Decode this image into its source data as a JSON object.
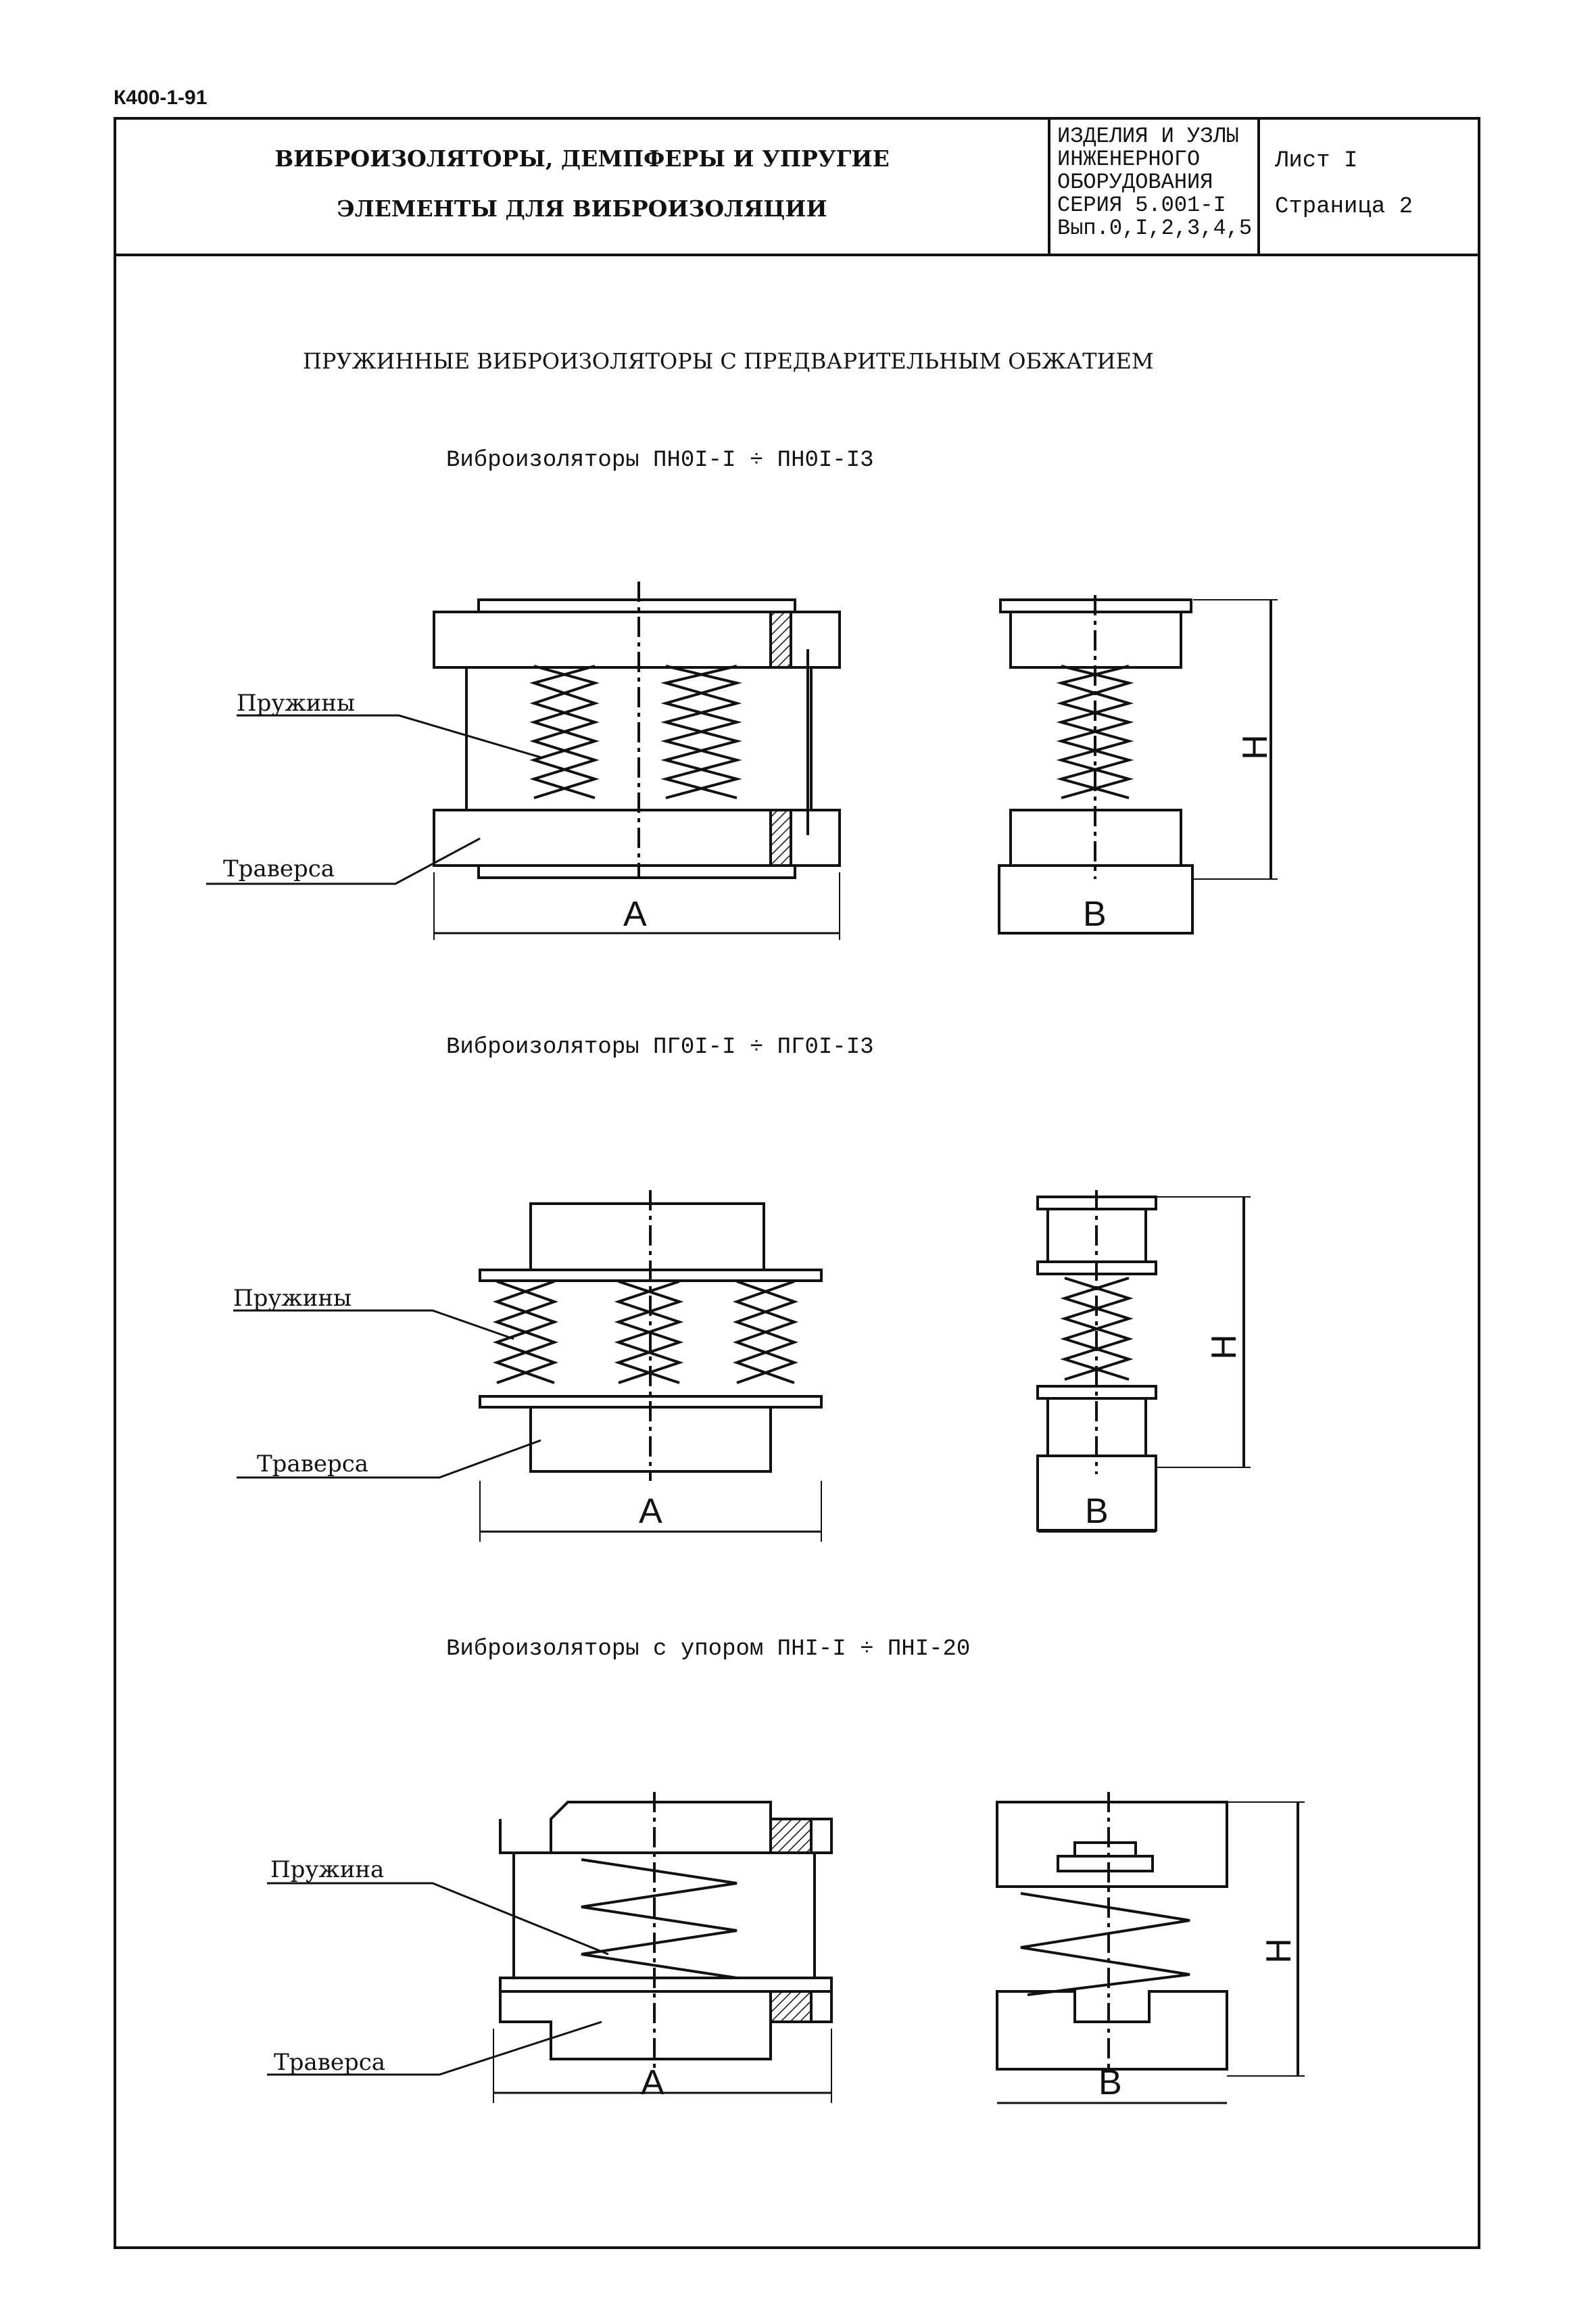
{
  "header": {
    "doc_code": "К400-1-91",
    "title_line1": "ВИБРОИЗОЛЯТОРЫ, ДЕМПФЕРЫ И УПРУГИЕ",
    "title_line2": "ЭЛЕМЕНТЫ ДЛЯ ВИБРОИЗОЛЯЦИИ",
    "series_lines": [
      "ИЗДЕЛИЯ И УЗЛЫ",
      "ИНЖЕНЕРНОГО",
      "ОБОРУДОВАНИЯ",
      "СЕРИЯ 5.001-I",
      "Вып.0,I,2,3,4,5"
    ],
    "sheet": "Лист I",
    "page": "Страница 2"
  },
  "main": {
    "heading": "ПРУЖИННЫЕ ВИБРОИЗОЛЯТОРЫ С ПРЕДВАРИТЕЛЬНЫМ ОБЖАТИЕМ",
    "sections": [
      {
        "caption": "Виброизоляторы ПН0I-I ÷ ПН0I-I3",
        "label_spring": "Пружины",
        "label_traverse": "Траверса",
        "dim_a": "А",
        "dim_b": "В",
        "dim_h": "Н"
      },
      {
        "caption": "Виброизоляторы ПГ0I-I ÷ ПГ0I-I3",
        "label_spring": "Пружины",
        "label_traverse": "Траверса",
        "dim_a": "А",
        "dim_b": "В",
        "dim_h": "Н"
      },
      {
        "caption": "Виброизоляторы с упором ПНI-I ÷ ПНI-20",
        "label_spring": "Пружина",
        "label_traverse": "Траверса",
        "dim_a": "А",
        "dim_b": "В",
        "dim_h": "Н"
      }
    ]
  }
}
